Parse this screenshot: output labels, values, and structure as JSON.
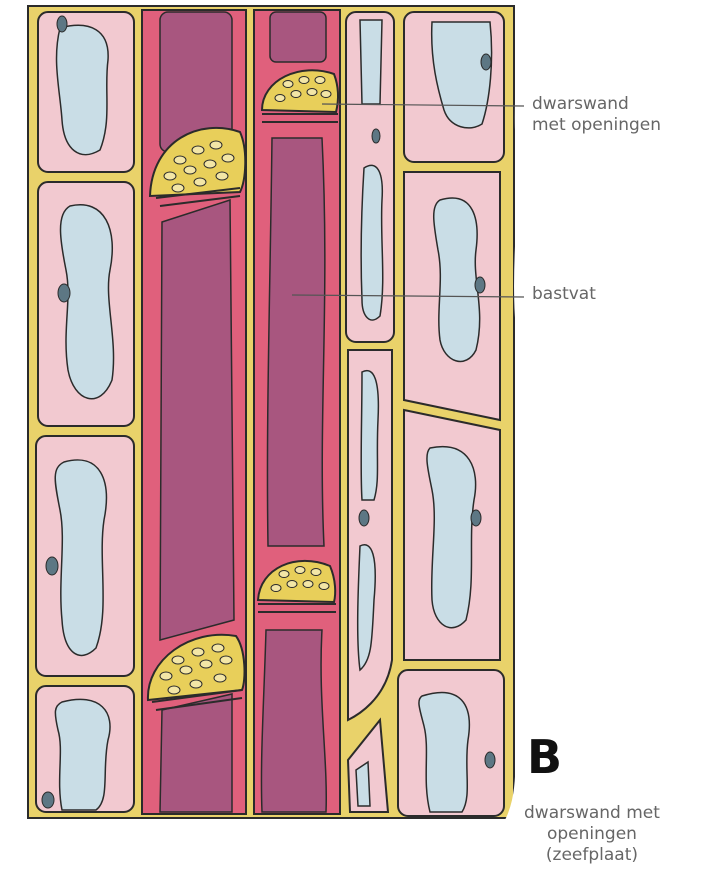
{
  "labels": {
    "cross_wall_line1": "dwarswand",
    "cross_wall_line2": "met openingen",
    "sieve_tube": "bastvat",
    "figure_letter": "B",
    "sieve_plate_line1": "dwarswand met",
    "sieve_plate_line2": "openingen",
    "sieve_plate_line3": "(zeefplaat)"
  },
  "colors": {
    "cell_wall": "#e9d26a",
    "parenchyma": "#f2c9d0",
    "vacuole": "#c9dde6",
    "nucleus": "#5d7784",
    "sieve_wall": "#e0607c",
    "sieve_lumen": "#a8567f",
    "sieve_plate": "#e8cf5a",
    "outline": "#2b2b2b"
  }
}
